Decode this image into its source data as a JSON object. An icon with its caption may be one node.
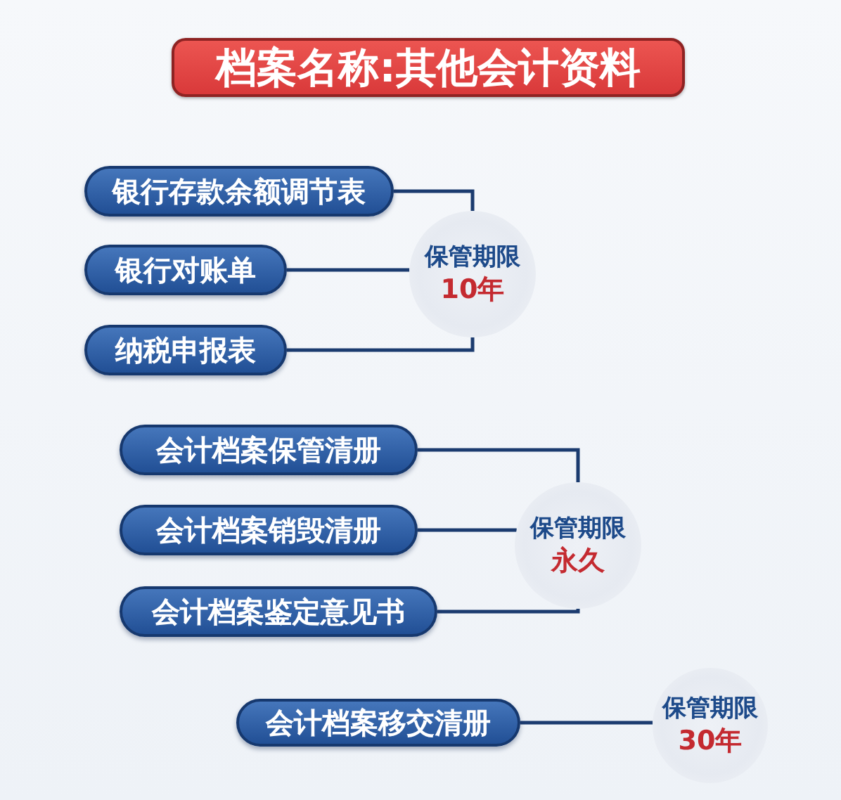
{
  "diagram": {
    "title": "档案名称:其他会计资料",
    "nodes": [
      {
        "text": [
          "银行存款余额调节表"
        ]
      },
      {
        "text": [
          "银行对账单"
        ]
      },
      {
        "text": [
          "纳税申报表"
        ]
      },
      {
        "text": [
          "保管期限",
          "10年"
        ]
      },
      {
        "text": [
          "会计档案保管清册"
        ]
      },
      {
        "text": [
          "会计档案销毁清册"
        ]
      },
      {
        "text": [
          "会计档案鉴定意见书"
        ]
      },
      {
        "text": [
          "保管期限",
          "永久"
        ]
      },
      {
        "text": [
          "会计档案移交清册"
        ]
      },
      {
        "text": [
          "保管期限",
          "30年"
        ]
      }
    ],
    "edges": [
      {
        "from": 0,
        "to": 3,
        "arrow": "none"
      },
      {
        "from": 1,
        "to": 3,
        "arrow": "none"
      },
      {
        "from": 2,
        "to": 3,
        "arrow": "none"
      },
      {
        "from": 4,
        "to": 7,
        "arrow": "none"
      },
      {
        "from": 5,
        "to": 7,
        "arrow": "none"
      },
      {
        "from": 6,
        "to": 7,
        "arrow": "none"
      },
      {
        "from": 8,
        "to": 9,
        "arrow": "none"
      }
    ]
  }
}
